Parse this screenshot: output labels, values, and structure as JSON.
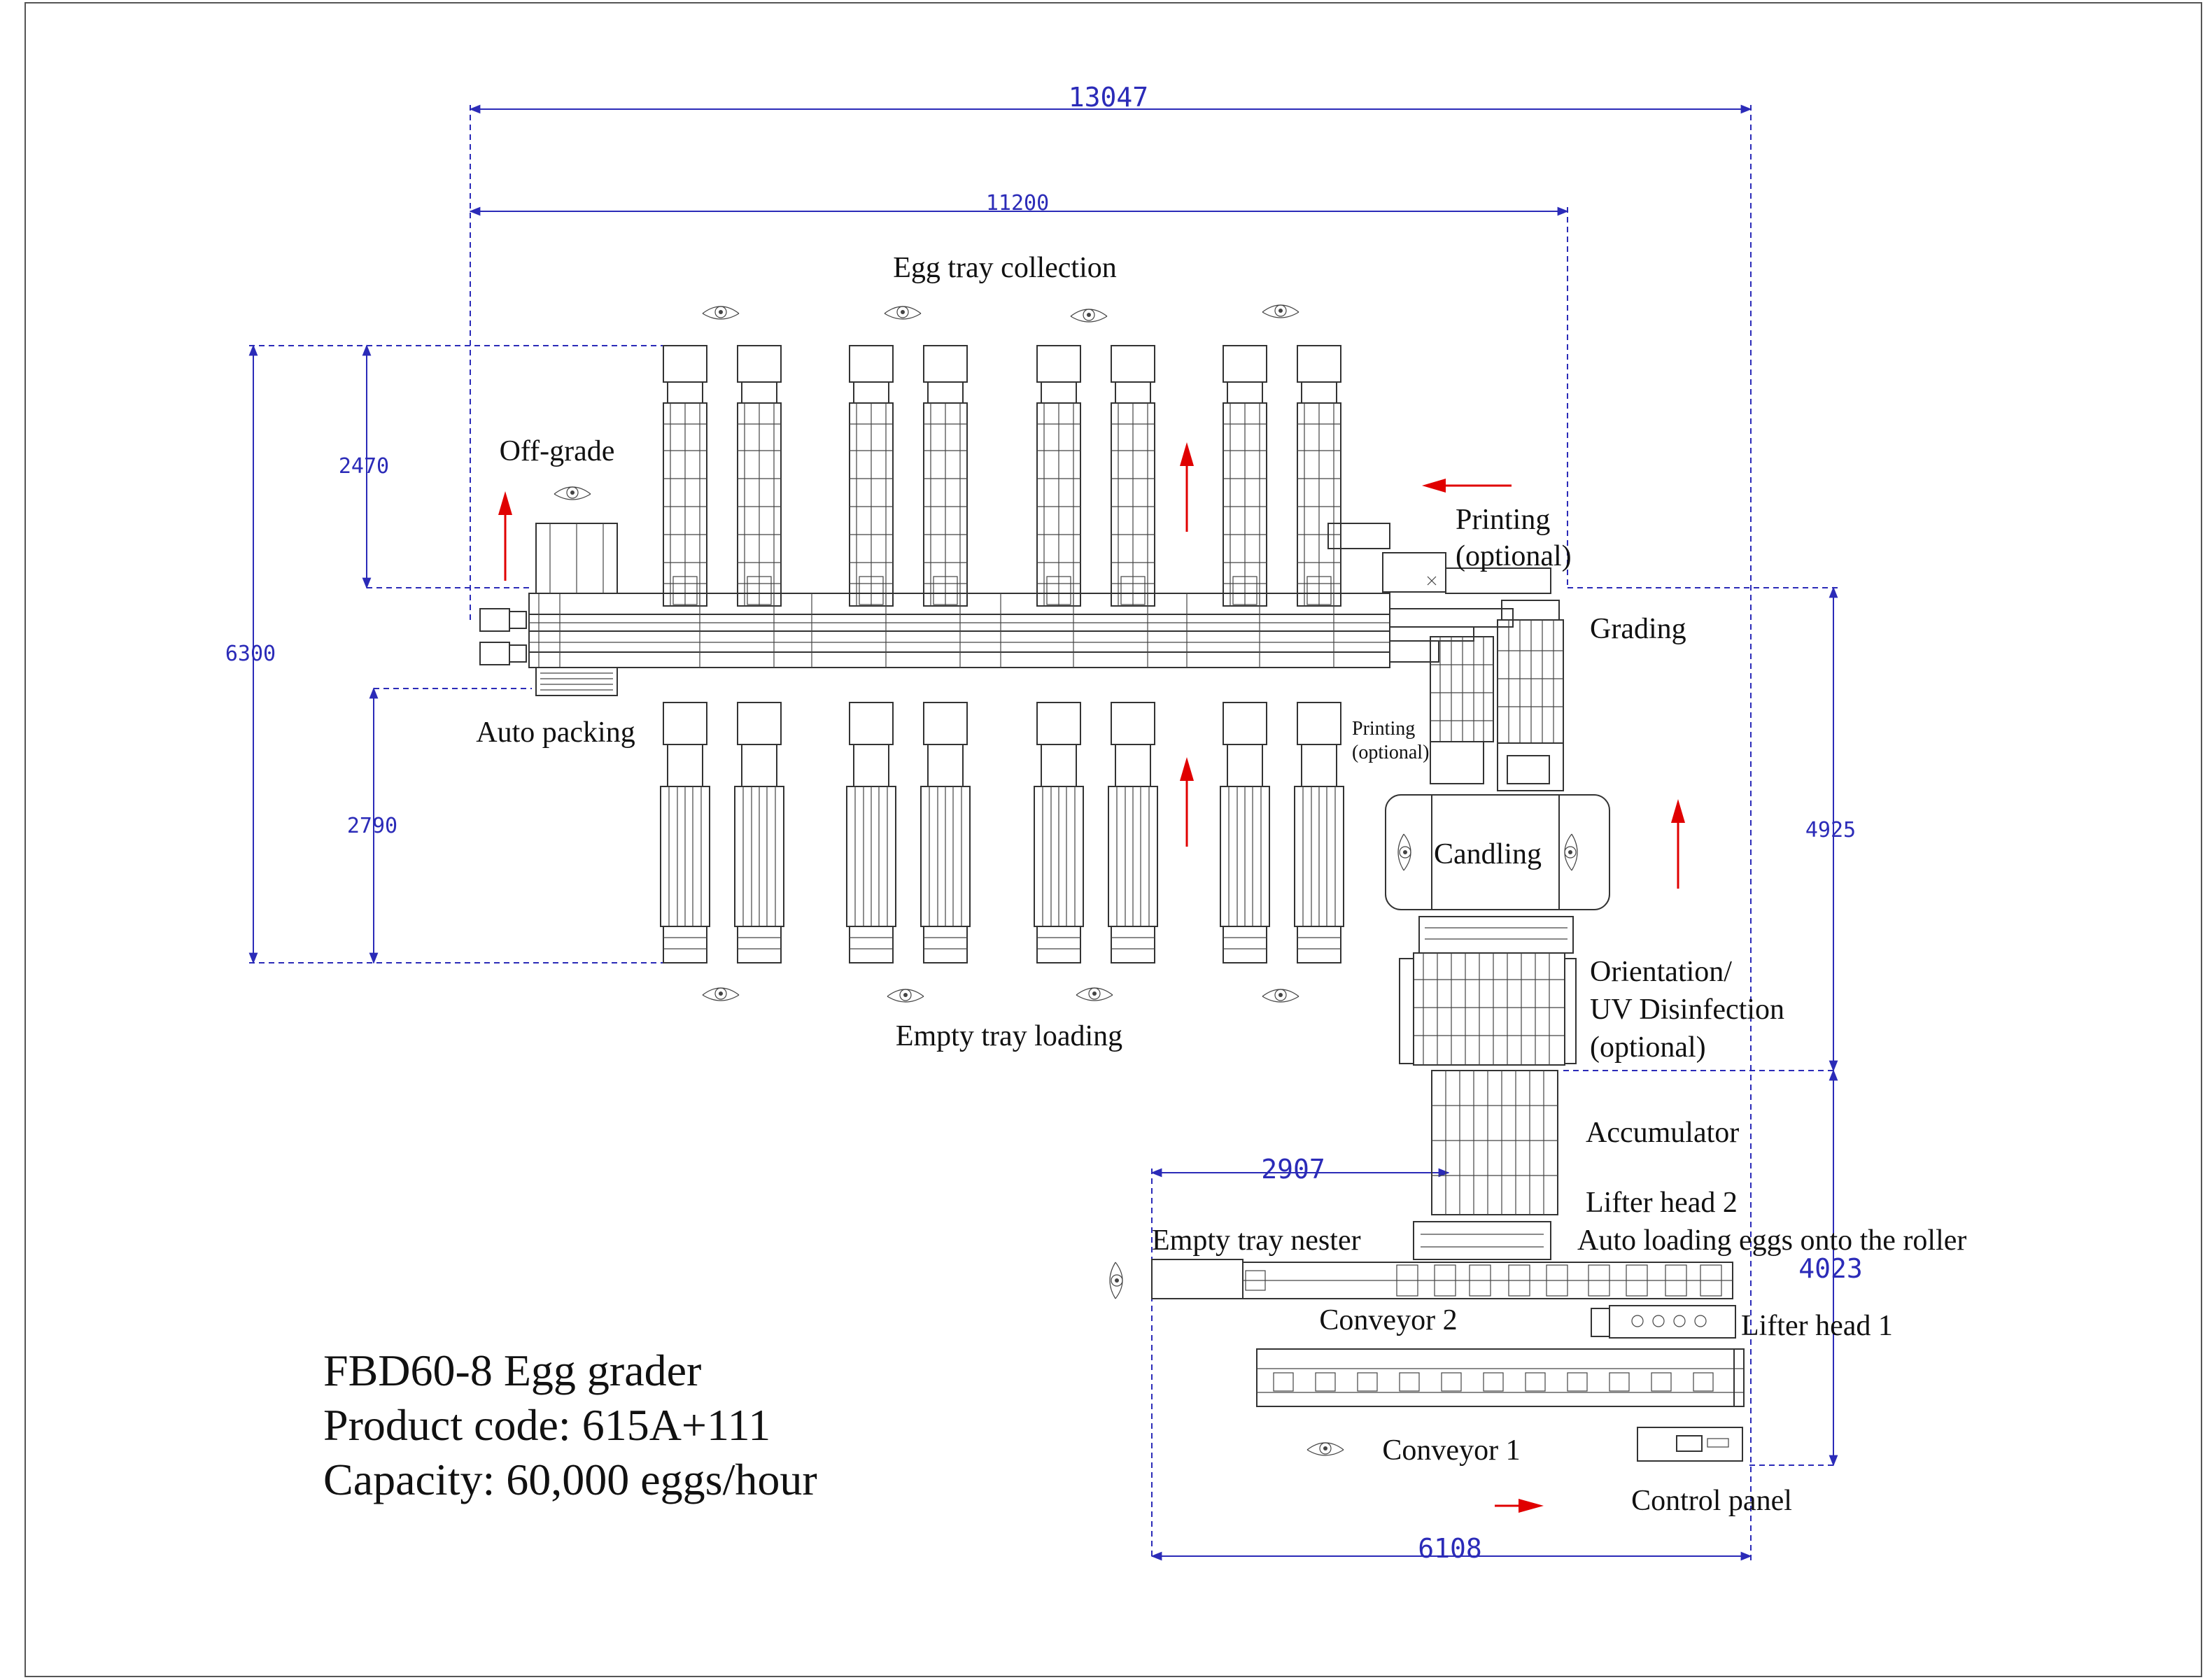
{
  "title_block": {
    "model": "FBD60-8 Egg grader",
    "product_code": "Product code: 615A+111",
    "capacity": "Capacity: 60,000 eggs/hour"
  },
  "labels": {
    "egg_tray_collection": "Egg tray collection",
    "off_grade": "Off-grade",
    "auto_packing": "Auto packing",
    "empty_tray_loading": "Empty tray loading",
    "printing_top_1": "Printing",
    "printing_top_2": "(optional)",
    "grading": "Grading",
    "printing_mid_1": "Printing",
    "printing_mid_2": "(optional)",
    "candling": "Candling",
    "orientation_1": "Orientation/",
    "orientation_2": "UV Disinfection",
    "orientation_3": "(optional)",
    "accumulator": "Accumulator",
    "lifter_head_2": "Lifter head 2",
    "auto_loading": "Auto loading eggs onto the roller",
    "empty_tray_nester": "Empty tray nester",
    "conveyor_2": "Conveyor 2",
    "lifter_head_1": "Lifter head 1",
    "conveyor_1": "Conveyor 1",
    "control_panel": "Control panel"
  },
  "dimensions": {
    "overall_length": "13047",
    "grader_length": "11200",
    "overall_width": "6300",
    "upper_width": "2470",
    "lower_width": "2790",
    "right_height": "4925",
    "loader_height": "4023",
    "nester_length": "2907",
    "loader_length": "6108"
  },
  "colors": {
    "dimension_line": "#2b2bb8",
    "flow_arrow": "#e00000",
    "machine_line": "#333333"
  },
  "icons": {
    "operator_view": "eye-icon",
    "flow_direction": "arrow-icon"
  }
}
